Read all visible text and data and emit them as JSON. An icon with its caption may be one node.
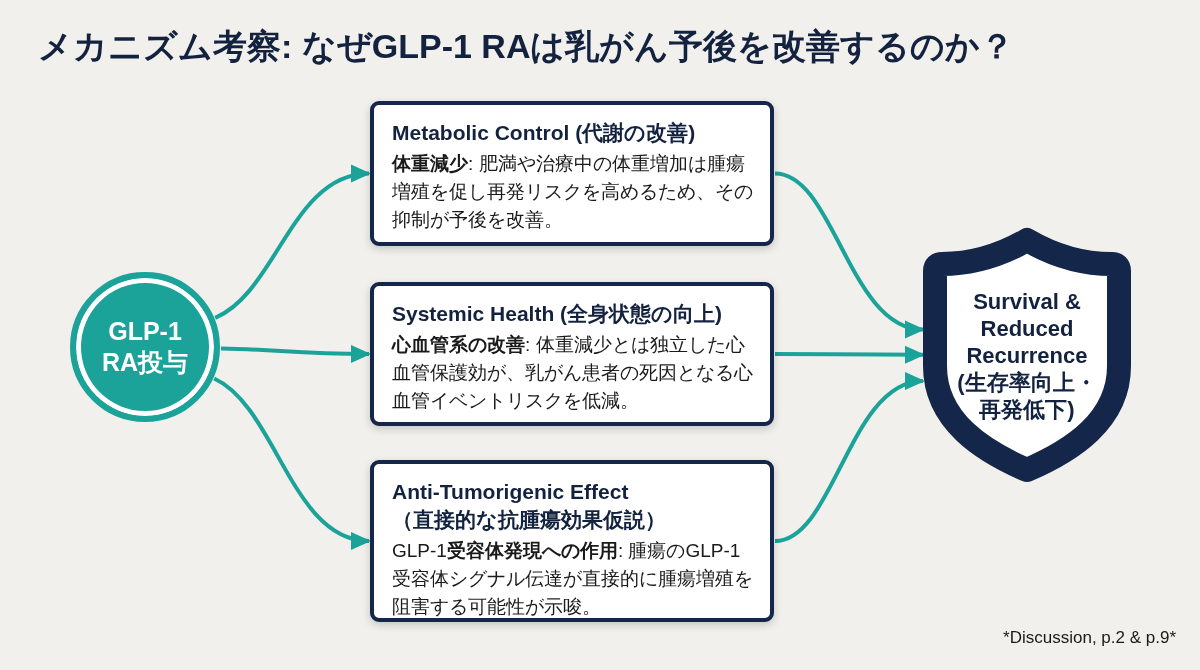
{
  "diagram": {
    "title": "メカニズム考察: なぜGLP-1 RAは乳がん予後を改善するのか？",
    "nodes": [
      {
        "text": [
          "GLP-1 RA投与"
        ]
      },
      {
        "text": [
          "Metabolic Control (代謝の改善)",
          "**体重減少**: 肥満や治療中の体重増加は腫瘍増殖を促し再発リスクを高めるため、その抑制が予後を改善。"
        ]
      },
      {
        "text": [
          "Systemic Health (全身状態の向上)",
          "**心血管系の改善**: 体重減少とは独立した心血管保護効が、乳がん患者の死因となる心血管イベントリスクを低減。"
        ]
      },
      {
        "text": [
          "Anti-Tumorigenic Effect （直接的な抗腫瘍効果仮説）",
          "GLP-1**受容体発現への作用**: 腫瘍のGLP-1受容体シグナル伝達が直接的に腫瘍増殖を阻害する可能性が示唆。"
        ]
      },
      {
        "text": [
          "Survival & Reduced Recurrence (生存率向上・再発低下)"
        ]
      }
    ],
    "edges": [
      {
        "from": 0,
        "to": 1,
        "arrow": "to"
      },
      {
        "from": 0,
        "to": 2,
        "arrow": "to"
      },
      {
        "from": 0,
        "to": 3,
        "arrow": "to"
      },
      {
        "from": 1,
        "to": 4,
        "arrow": "to"
      },
      {
        "from": 2,
        "to": 4,
        "arrow": "to"
      },
      {
        "from": 3,
        "to": 4,
        "arrow": "to"
      }
    ],
    "labels": [
      "*Discussion, p.2 & p.9*"
    ]
  }
}
